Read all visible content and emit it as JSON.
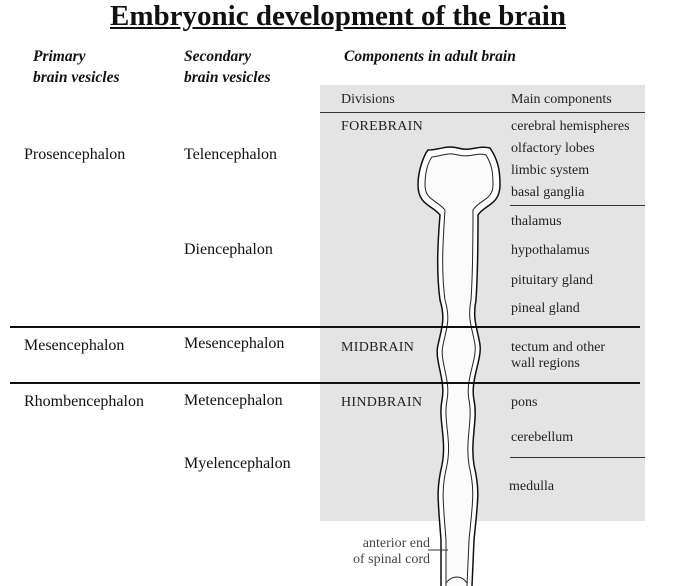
{
  "title": "Embryonic development of the brain",
  "headers": {
    "primary": [
      "Primary",
      "brain vesicles"
    ],
    "secondary": [
      "Secondary",
      "brain vesicles"
    ],
    "components": "Components in adult brain"
  },
  "primary": [
    "Prosencephalon",
    "Mesencephalon",
    "Rhombencephalon"
  ],
  "secondary": [
    "Telencephalon",
    "Diencephalon",
    "Mesencephalon",
    "Metencephalon",
    "Myelencephalon"
  ],
  "table": {
    "col_divisions": "Divisions",
    "col_components": "Main components",
    "divisions": [
      "FOREBRAIN",
      "MIDBRAIN",
      "HINDBRAIN"
    ],
    "components": [
      "cerebral hemispheres",
      "olfactory lobes",
      "limbic system",
      "basal ganglia",
      "thalamus",
      "hypothalamus",
      "pituitary gland",
      "pineal gland",
      "tectum and other",
      "wall regions",
      "pons",
      "cerebellum",
      "medulla"
    ]
  },
  "annotation": [
    "anterior end",
    "of spinal cord"
  ]
}
